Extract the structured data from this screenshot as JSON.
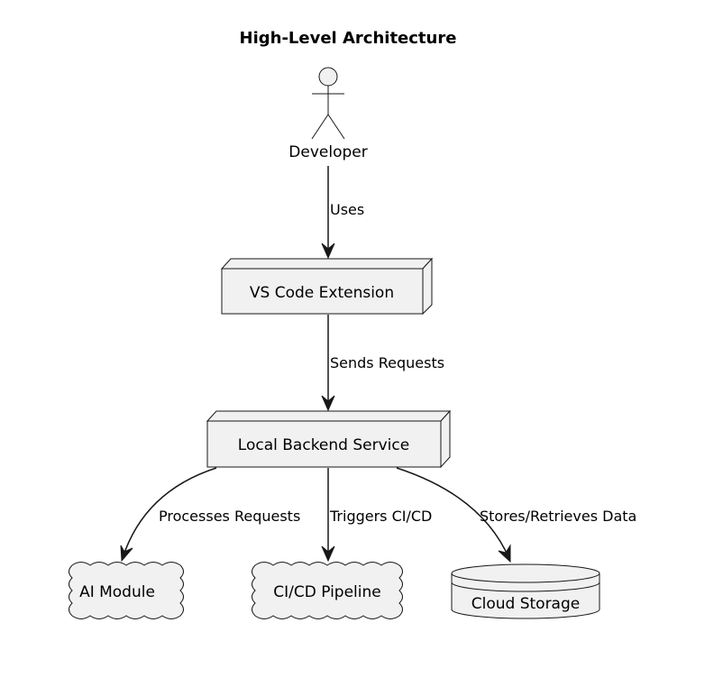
{
  "diagram": {
    "title": "High-Level Architecture",
    "nodes": {
      "developer": {
        "label": "Developer",
        "kind": "actor"
      },
      "vscode": {
        "label": "VS Code Extension",
        "kind": "node"
      },
      "backend": {
        "label": "Local Backend Service",
        "kind": "node"
      },
      "ai": {
        "label": "AI Module",
        "kind": "cloud"
      },
      "cicd": {
        "label": "CI/CD Pipeline",
        "kind": "cloud"
      },
      "storage": {
        "label": "Cloud Storage",
        "kind": "database"
      }
    },
    "edges": {
      "uses": {
        "from": "Developer",
        "to": "VS Code Extension",
        "label": "Uses"
      },
      "sends": {
        "from": "VS Code Extension",
        "to": "Local Backend Service",
        "label": "Sends Requests"
      },
      "processes": {
        "from": "Local Backend Service",
        "to": "AI Module",
        "label": "Processes Requests"
      },
      "triggers": {
        "from": "Local Backend Service",
        "to": "CI/CD Pipeline",
        "label": "Triggers CI/CD"
      },
      "stores": {
        "from": "Local Backend Service",
        "to": "Cloud Storage",
        "label": "Stores/Retrieves Data"
      }
    }
  }
}
